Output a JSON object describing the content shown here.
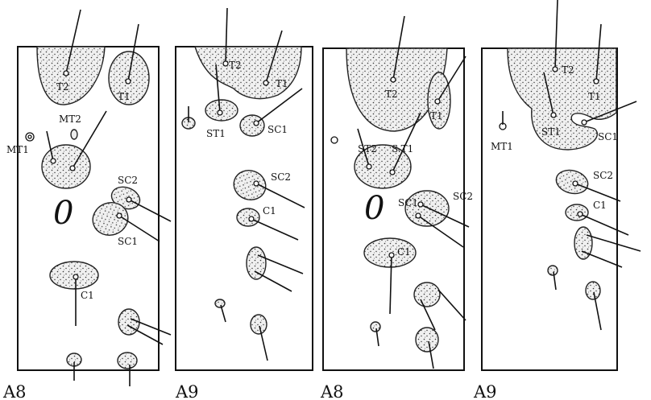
{
  "panels": [
    {
      "label": "A8",
      "labels": [
        "T2",
        "T1",
        "MT2",
        "MT1",
        "SC2",
        "SC1",
        "C1"
      ],
      "symbol": "0"
    },
    {
      "label": "A9",
      "labels": [
        "T2",
        "T1",
        "ST1",
        "SC1",
        "SC2",
        "C1"
      ]
    },
    {
      "label": "A8",
      "labels": [
        "T2",
        "T1",
        "ST2",
        "S.T1",
        "SC1",
        "SC2",
        "C1"
      ],
      "symbol": "0"
    },
    {
      "label": "A9",
      "labels": [
        "T2",
        "T1",
        "MT1",
        "ST1",
        "SC1",
        "SC2",
        "C1"
      ]
    }
  ]
}
